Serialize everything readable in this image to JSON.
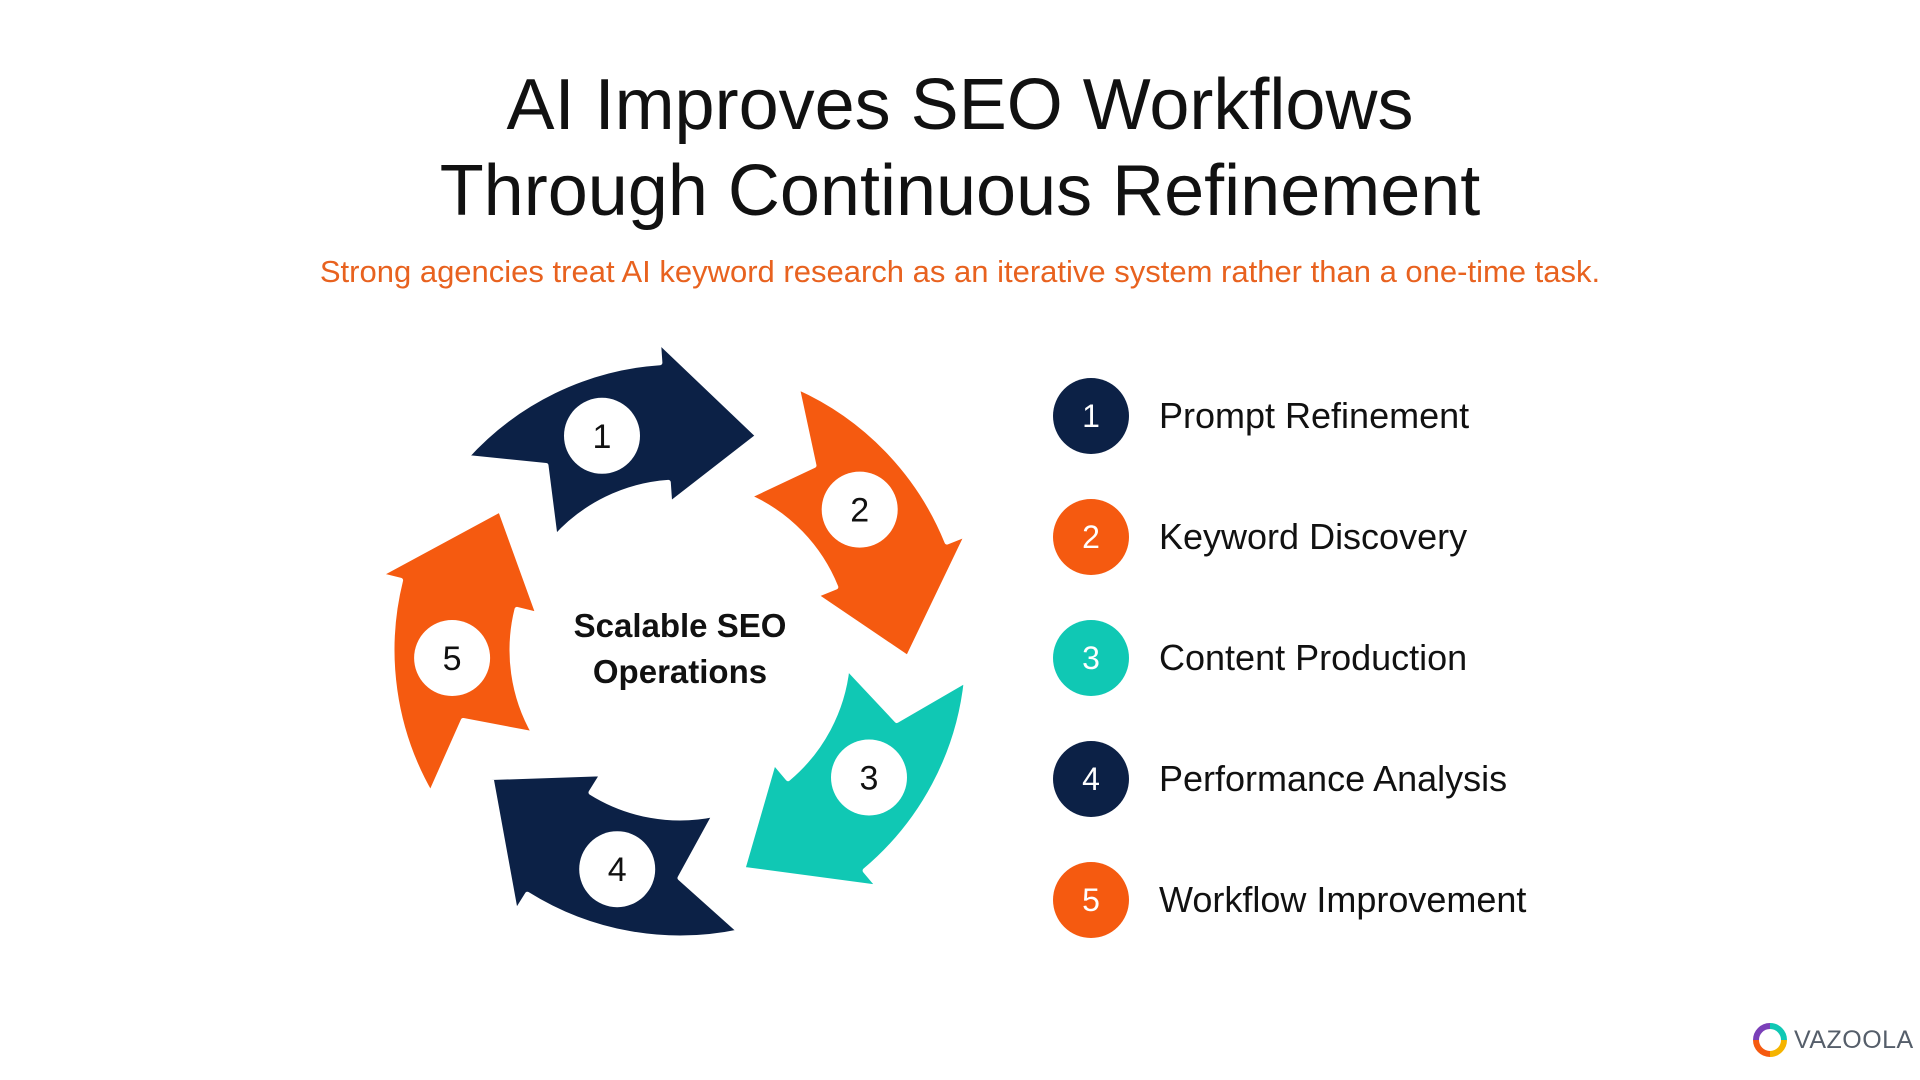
{
  "title": {
    "line1": "AI Improves SEO Workflows",
    "line2": "Through Continuous Refinement"
  },
  "subtitle": "Strong agencies treat AI keyword research as an iterative system rather than a one-time task.",
  "center": {
    "line1": "Scalable SEO",
    "line2": "Operations"
  },
  "colors": {
    "navy": "#0c2146",
    "orange": "#f55a10",
    "teal": "#10c8b4",
    "subtitle": "#e8621f"
  },
  "steps": [
    {
      "number": "1",
      "label": "Prompt Refinement",
      "color": "#0c2146"
    },
    {
      "number": "2",
      "label": "Keyword Discovery",
      "color": "#f55a10"
    },
    {
      "number": "3",
      "label": "Content Production",
      "color": "#10c8b4"
    },
    {
      "number": "4",
      "label": "Performance Analysis",
      "color": "#0c2146"
    },
    {
      "number": "5",
      "label": "Workflow Improvement",
      "color": "#f55a10"
    }
  ],
  "logo": {
    "text": "VAZOOLA",
    "icon": "vazoola-ring-icon"
  }
}
